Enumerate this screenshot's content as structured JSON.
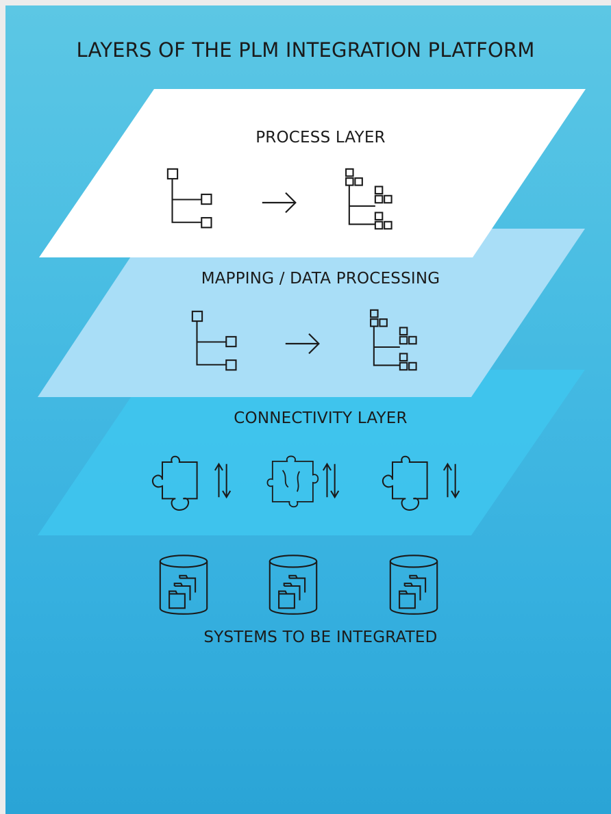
{
  "title": "LAYERS OF THE PLM INTEGRATION PLATFORM",
  "layers": {
    "process": {
      "label": "PROCESS LAYER",
      "icons": [
        "simple-tree-icon",
        "arrow-right-icon",
        "complex-tree-icon"
      ]
    },
    "mapping": {
      "label": "MAPPING / DATA PROCESSING",
      "icons": [
        "simple-tree-icon",
        "arrow-right-icon",
        "complex-tree-icon"
      ]
    },
    "connectivity": {
      "label": "CONNECTIVITY LAYER",
      "icons": [
        "puzzle-piece-icon",
        "sync-arrows-icon",
        "puzzle-piece-icon",
        "sync-arrows-icon",
        "puzzle-piece-icon",
        "sync-arrows-icon"
      ]
    },
    "systems": {
      "label": "SYSTEMS TO BE INTEGRATED",
      "icons": [
        "database-folder-icon",
        "database-folder-icon",
        "database-folder-icon"
      ]
    }
  },
  "colors": {
    "background": "#49bde3",
    "process_layer": "#ffffff",
    "mapping_layer": "#a9def7",
    "connectivity_layer": "#3fc4ee",
    "icon_stroke": "#1b1b1b"
  }
}
